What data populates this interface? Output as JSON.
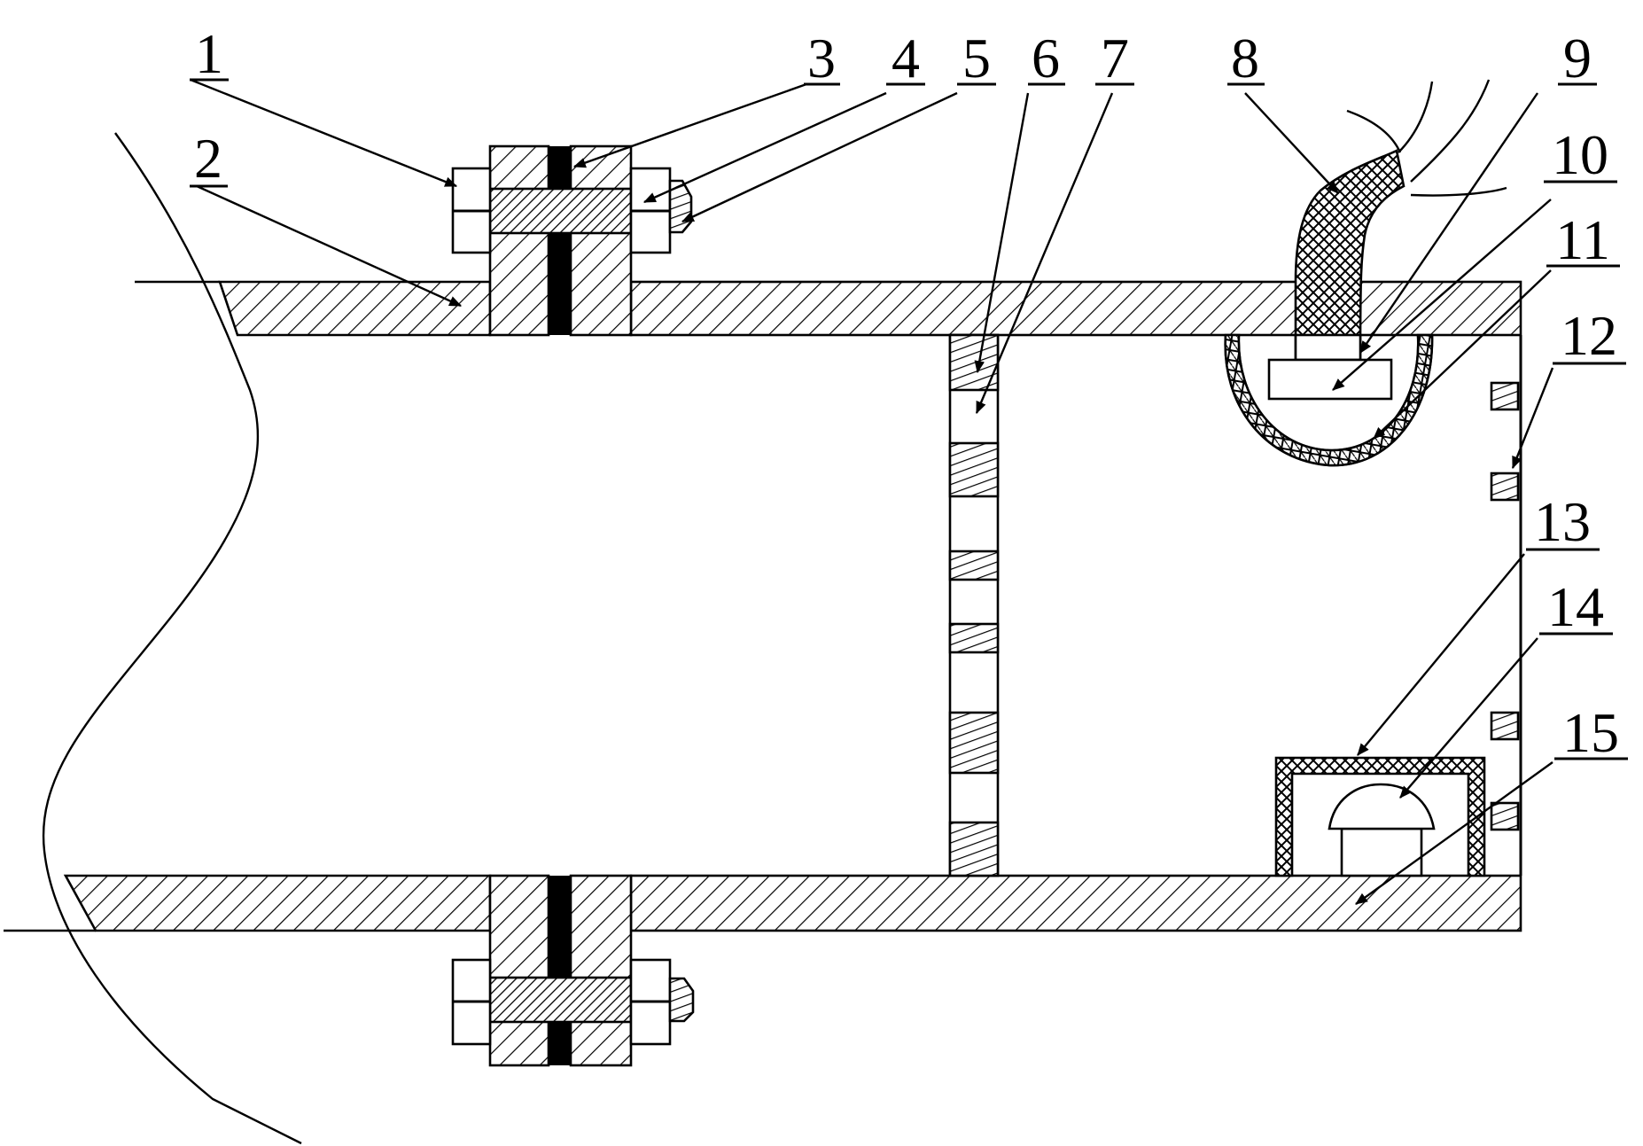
{
  "callouts": [
    {
      "num": "1"
    },
    {
      "num": "2"
    },
    {
      "num": "3"
    },
    {
      "num": "4"
    },
    {
      "num": "5"
    },
    {
      "num": "6"
    },
    {
      "num": "7"
    },
    {
      "num": "8"
    },
    {
      "num": "9"
    },
    {
      "num": "10"
    },
    {
      "num": "11"
    },
    {
      "num": "12"
    },
    {
      "num": "13"
    },
    {
      "num": "14"
    },
    {
      "num": "15"
    }
  ],
  "colors": {
    "ink": "#000000",
    "paper": "#ffffff"
  }
}
